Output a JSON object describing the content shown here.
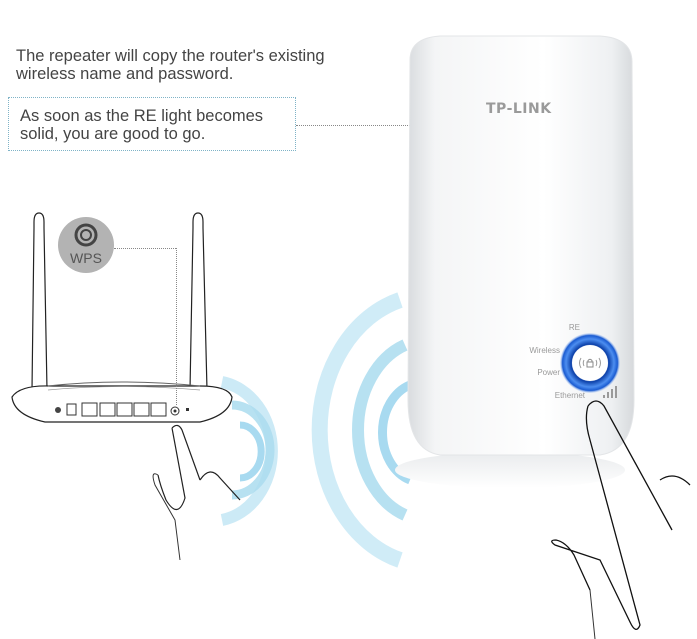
{
  "captions": {
    "intro": "The repeater will copy the router's existing wireless name and password.",
    "tip": "As soon as the RE light becomes solid, you are good to go."
  },
  "router": {
    "wps_badge_label": "WPS",
    "wps_icon": "wps-button-icon"
  },
  "extender": {
    "brand": "TP-LINK",
    "led_labels": {
      "re": "RE",
      "wireless": "Wireless",
      "power": "Power",
      "ethernet": "Ethernet"
    },
    "center_icon": "wireless-lock-icon",
    "signal_icon": "signal-bars-icon"
  },
  "colors": {
    "text": "#444444",
    "tip_border": "#7fb3c7",
    "led_blue": "#1a5bd1",
    "wave_blue": "#9fd6ee",
    "brand_gray": "#9a9a9a"
  }
}
